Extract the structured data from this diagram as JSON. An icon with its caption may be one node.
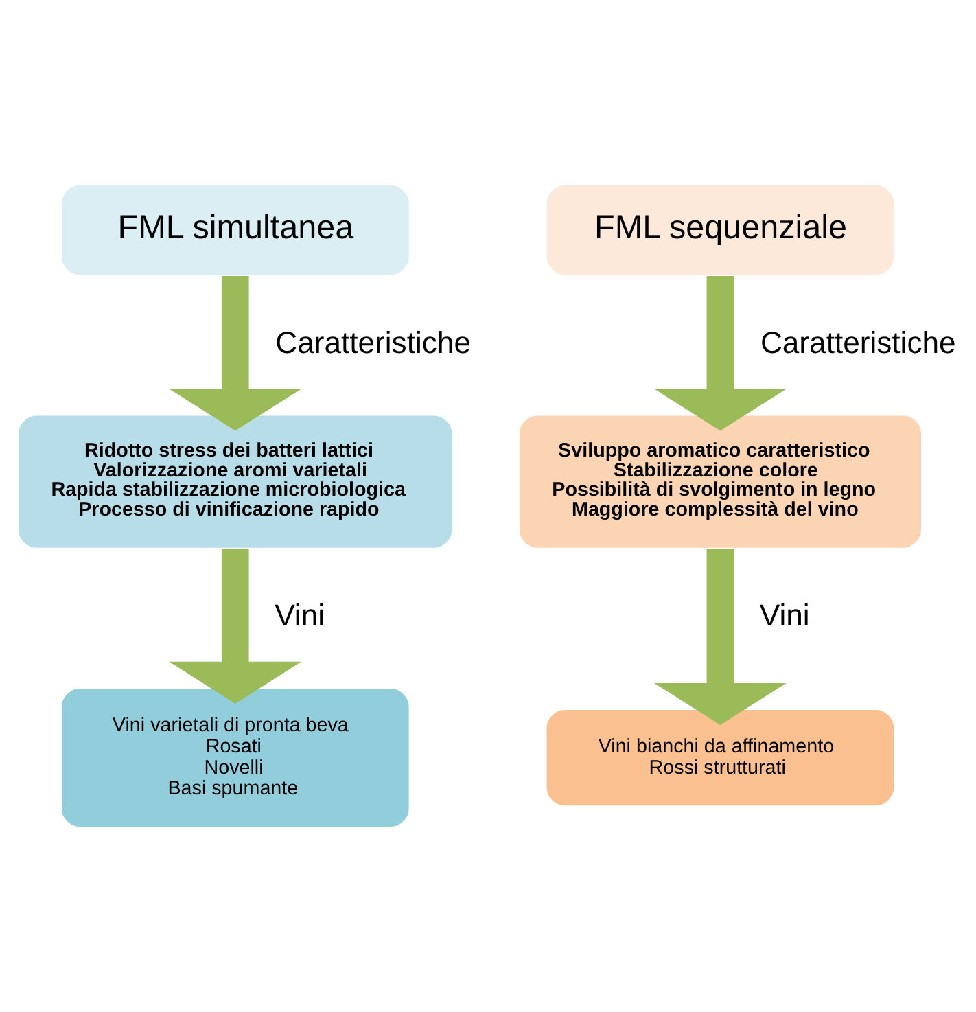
{
  "diagram": {
    "nodes": [
      {
        "text": [
          "FML simultanea"
        ]
      },
      {
        "text": [
          "Ridotto stress dei batteri lattici",
          "Valorizzazione aromi varietali",
          "Rapida stabilizzazione microbiologica",
          "Processo di vinificazione rapido"
        ]
      },
      {
        "text": [
          "Vini varietali di pronta beva",
          "Rosati",
          "Novelli",
          "Basi spumante"
        ]
      },
      {
        "text": [
          "FML sequenziale"
        ]
      },
      {
        "text": [
          "Sviluppo aromatico caratteristico",
          "Stabilizzazione colore",
          "Possibilità di svolgimento in legno",
          "Maggiore complessità del vino"
        ]
      },
      {
        "text": [
          "Vini bianchi da affinamento",
          "Rossi strutturati"
        ]
      }
    ],
    "edges": [
      {
        "from": 0,
        "to": 1,
        "arrow": "to",
        "label": "Caratteristiche"
      },
      {
        "from": 1,
        "to": 2,
        "arrow": "to",
        "label": "Vini"
      },
      {
        "from": 3,
        "to": 4,
        "arrow": "to",
        "label": "Caratteristiche"
      },
      {
        "from": 4,
        "to": 5,
        "arrow": "to",
        "label": "Vini"
      }
    ]
  }
}
